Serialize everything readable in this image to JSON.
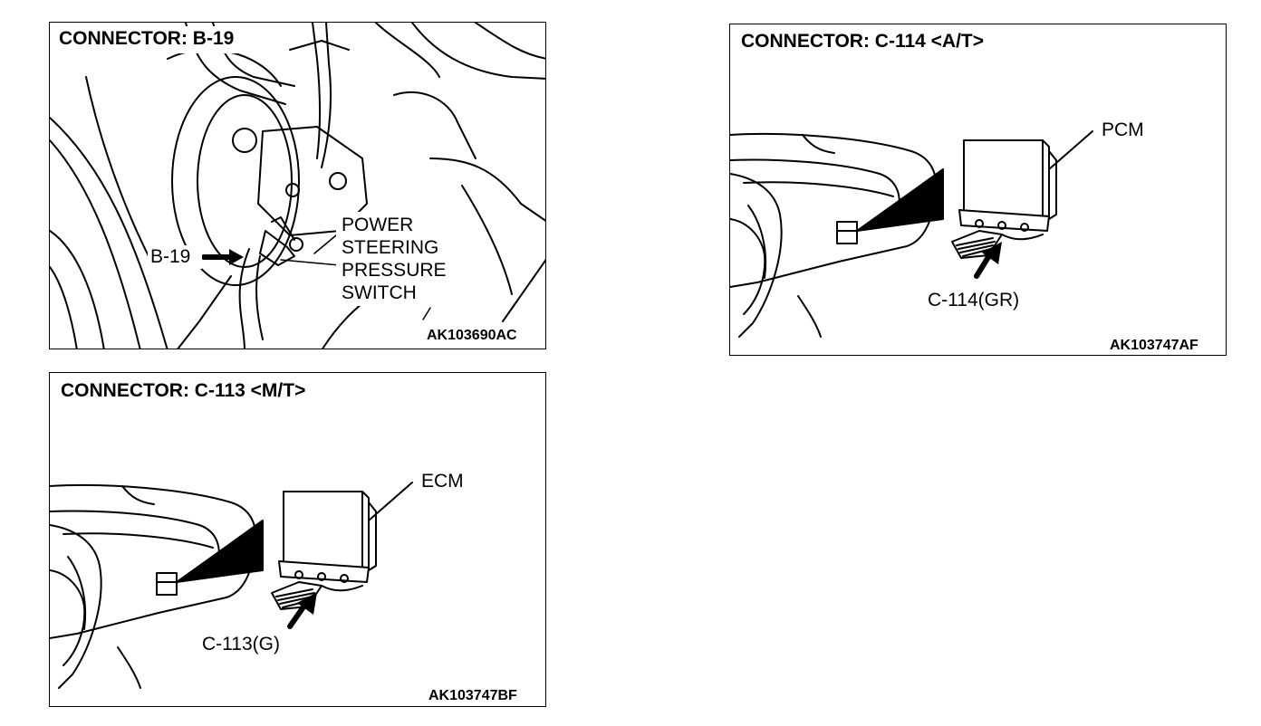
{
  "panels": [
    {
      "title": "CONNECTOR: B-19",
      "connector_label": "B-19",
      "callout_lines": [
        "POWER",
        "STEERING",
        "PRESSURE",
        "SWITCH"
      ],
      "figure_code": "AK103690AC"
    },
    {
      "title": "CONNECTOR: C-114 <A/T>",
      "component_label": "PCM",
      "connector_label": "C-114(GR)",
      "figure_code": "AK103747AF"
    },
    {
      "title": "CONNECTOR: C-113 <M/T>",
      "component_label": "ECM",
      "connector_label": "C-113(G)",
      "figure_code": "AK103747BF"
    }
  ]
}
